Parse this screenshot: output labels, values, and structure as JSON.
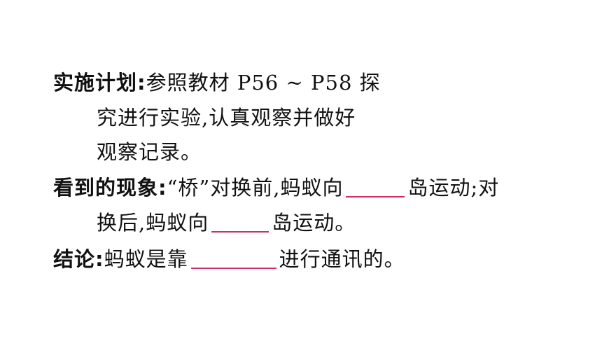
{
  "plan": {
    "label": "实施计划:",
    "text_line1": "参照教材 P56 ~ P58 探",
    "text_line2": "究进行实验,认真观察并做好",
    "text_line3": "观察记录。"
  },
  "phenomenon": {
    "label": "看到的现象:",
    "text_line1_before": "“桥”对换前,蚂蚁向",
    "text_line1_after": "岛运动;对",
    "text_line2_before": "换后,蚂蚁向",
    "text_line2_after": "岛运动。"
  },
  "conclusion": {
    "label": "结论:",
    "text_before": "蚂蚁是靠",
    "text_after": "进行通讯的。"
  },
  "colors": {
    "blank_underline": "#d0306a",
    "text": "#111111",
    "background": "#ffffff"
  }
}
